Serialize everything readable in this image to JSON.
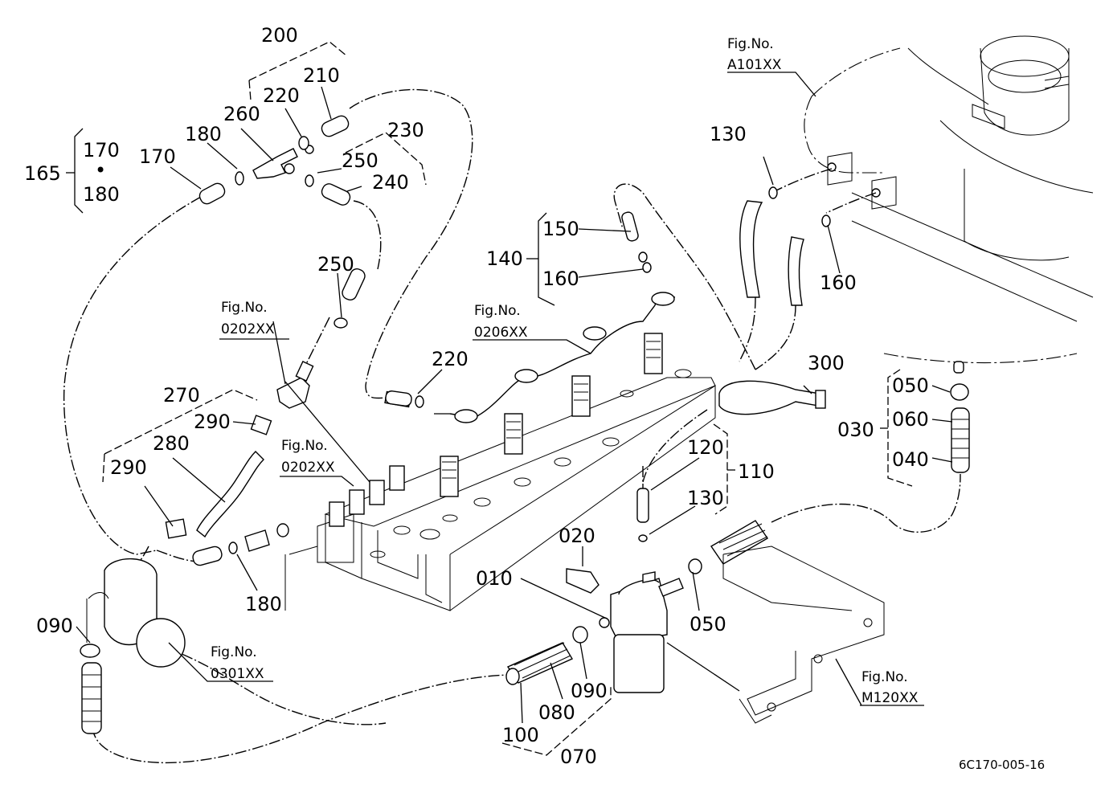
{
  "labels": {
    "p200": "200",
    "p210": "210",
    "p220a": "220",
    "p260": "260",
    "p180a": "180",
    "p230": "230",
    "p250a": "250",
    "p240": "240",
    "p170": "170",
    "p165": "165",
    "p165_170": "170",
    "p165_dot": "•",
    "p165_180": "180",
    "p250b": "250",
    "p220b": "220",
    "p270": "270",
    "p290a": "290",
    "p280": "280",
    "p290b": "290",
    "p180b": "180",
    "p090a": "090",
    "p150": "150",
    "p140": "140",
    "p160a": "160",
    "p130a": "130",
    "p160b": "160",
    "p300": "300",
    "p120": "120",
    "p110": "110",
    "p130b": "130",
    "p050a": "050",
    "p030": "030",
    "p060": "060",
    "p040": "040",
    "p020": "020",
    "p010": "010",
    "p050b": "050",
    "p090b": "090",
    "p080": "080",
    "p100": "100",
    "p070": "070"
  },
  "figrefs": {
    "f0202a_t": "Fig.No.",
    "f0202a_c": "0202XX",
    "f0206_t": "Fig.No.",
    "f0206_c": "0206XX",
    "f0202b_t": "Fig.No.",
    "f0202b_c": "0202XX",
    "f0301_t": "Fig.No.",
    "f0301_c": "0301XX",
    "fA101_t": "Fig.No.",
    "fA101_c": "A101XX",
    "fM120_t": "Fig.No.",
    "fM120_c": "M120XX"
  },
  "drawing_code": "6C170-005-16"
}
